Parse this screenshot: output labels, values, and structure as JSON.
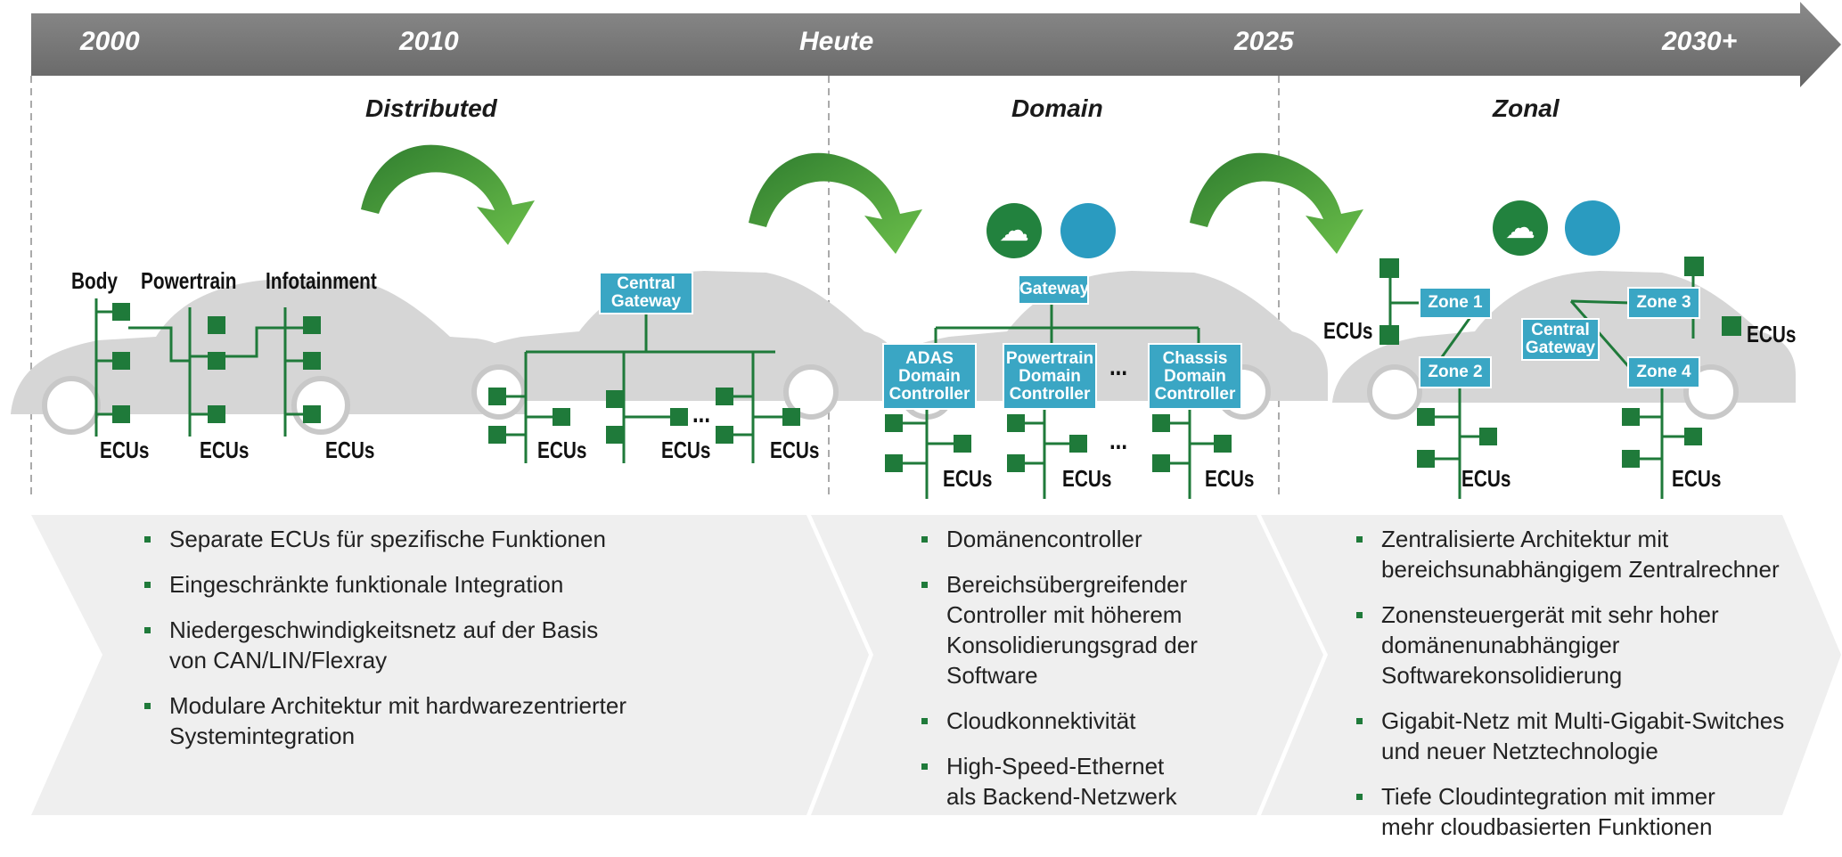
{
  "timeline": {
    "years": [
      "2000",
      "2010",
      "Heute",
      "2025",
      "2030+"
    ]
  },
  "eras": {
    "distributed": "Distributed",
    "domain": "Domain",
    "zonal": "Zonal"
  },
  "distributed": {
    "domains": [
      "Body",
      "Powertrain",
      "Infotainment"
    ],
    "ecu_label": "ECUs"
  },
  "central": {
    "gateway": [
      "Central",
      "Gateway"
    ],
    "ecu_label": "ECUs",
    "ellipsis": "..."
  },
  "domain_arch": {
    "gateway": "Gateway",
    "controllers": [
      [
        "ADAS",
        "Domain",
        "Controller"
      ],
      [
        "Powertrain",
        "Domain",
        "Controller"
      ],
      [
        "Chassis",
        "Domain",
        "Controller"
      ]
    ],
    "ecu_label": "ECUs",
    "ellipsis": "..."
  },
  "zonal_arch": {
    "zones": [
      "Zone 1",
      "Zone 2",
      "Zone 3",
      "Zone 4"
    ],
    "gateway": [
      "Central",
      "Gateway"
    ],
    "ecu_label": "ECUs"
  },
  "bullets": {
    "distributed": [
      "Separate ECUs für spezifische Funktionen",
      "Eingeschränkte funktionale Integration",
      "Niedergeschwindigkeitsnetz auf der Basis\nvon CAN/LIN/Flexray",
      "Modulare Architektur mit hardwarezentrierter\nSystemintegration"
    ],
    "domain": [
      "Domänencontroller",
      "Bereichsübergreifender\nController mit höherem\nKonsolidierungsgrad der Software",
      "Cloudkonnektivität",
      "High-Speed-Ethernet\nals Backend-Netzwerk"
    ],
    "zonal": [
      "Zentralisierte Architektur mit\nbereichsunabhängigem Zentralrechner",
      "Zonensteuergerät mit sehr hoher\ndomänenunabhängiger Softwarekonsolidierung",
      "Gigabit-Netz mit Multi-Gigabit-Switches\nund neuer Netztechnologie",
      "Tiefe Cloudintegration mit immer\nmehr cloudbasierten Funktionen"
    ]
  },
  "colors": {
    "timeline": "#777777",
    "green": "#1f7a3a",
    "arrow_green": "#4c9f3c",
    "box_blue": "#3aa6c4"
  }
}
